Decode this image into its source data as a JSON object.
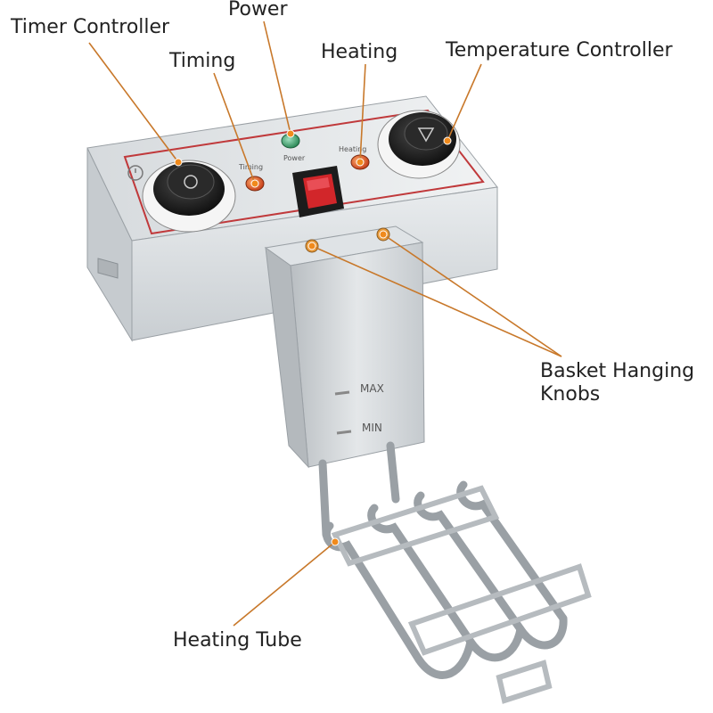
{
  "callouts": {
    "timer_controller": "Timer Controller",
    "power": "Power",
    "timing": "Timing",
    "heating": "Heating",
    "temperature_controller": "Temperature Controller",
    "basket_hanging_line1": "Basket Hanging",
    "basket_hanging_line2": "Knobs",
    "heating_tube": "Heating Tube"
  },
  "panel_labels": {
    "timing": "Timing",
    "power": "Power",
    "heating": "Heating",
    "max": "MAX",
    "min": "MIN"
  },
  "colors": {
    "leader_line": "#c8782a",
    "callout_dot": "#f08a1c",
    "panel_border": "#c0393b",
    "steel": "#d9dde0",
    "indicator_amber": "#e0521a",
    "indicator_green": "#3fa36a",
    "switch_red": "#d2262a"
  }
}
